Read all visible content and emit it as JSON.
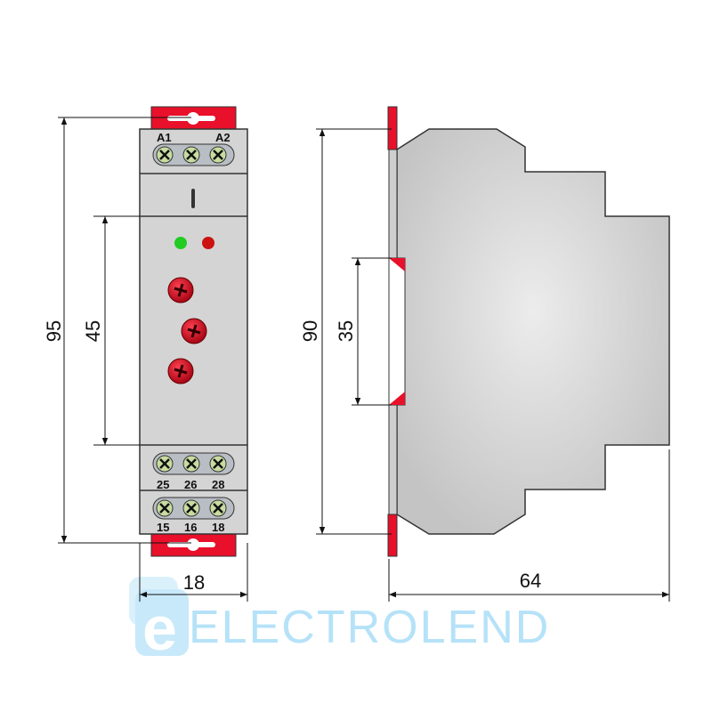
{
  "dimensions": {
    "front_height": "95",
    "front_window": "45",
    "front_width": "18",
    "side_height": "90",
    "rail_width": "35",
    "side_depth": "64"
  },
  "terminals": {
    "top": [
      "A1",
      "A2"
    ],
    "middle": [
      "25",
      "26",
      "28"
    ],
    "bottom": [
      "15",
      "16",
      "18"
    ]
  },
  "front_panel": {
    "leds": [
      {
        "name": "power",
        "color": "#22cc22"
      },
      {
        "name": "relay",
        "color": "#cc1111"
      }
    ],
    "potentiometer_count": 3
  },
  "watermark": {
    "text": "ELECTROLEND",
    "color": "#a9def7"
  },
  "colors": {
    "body": "#d4d4d4",
    "clip": "#e8102a",
    "outline": "#333333"
  }
}
